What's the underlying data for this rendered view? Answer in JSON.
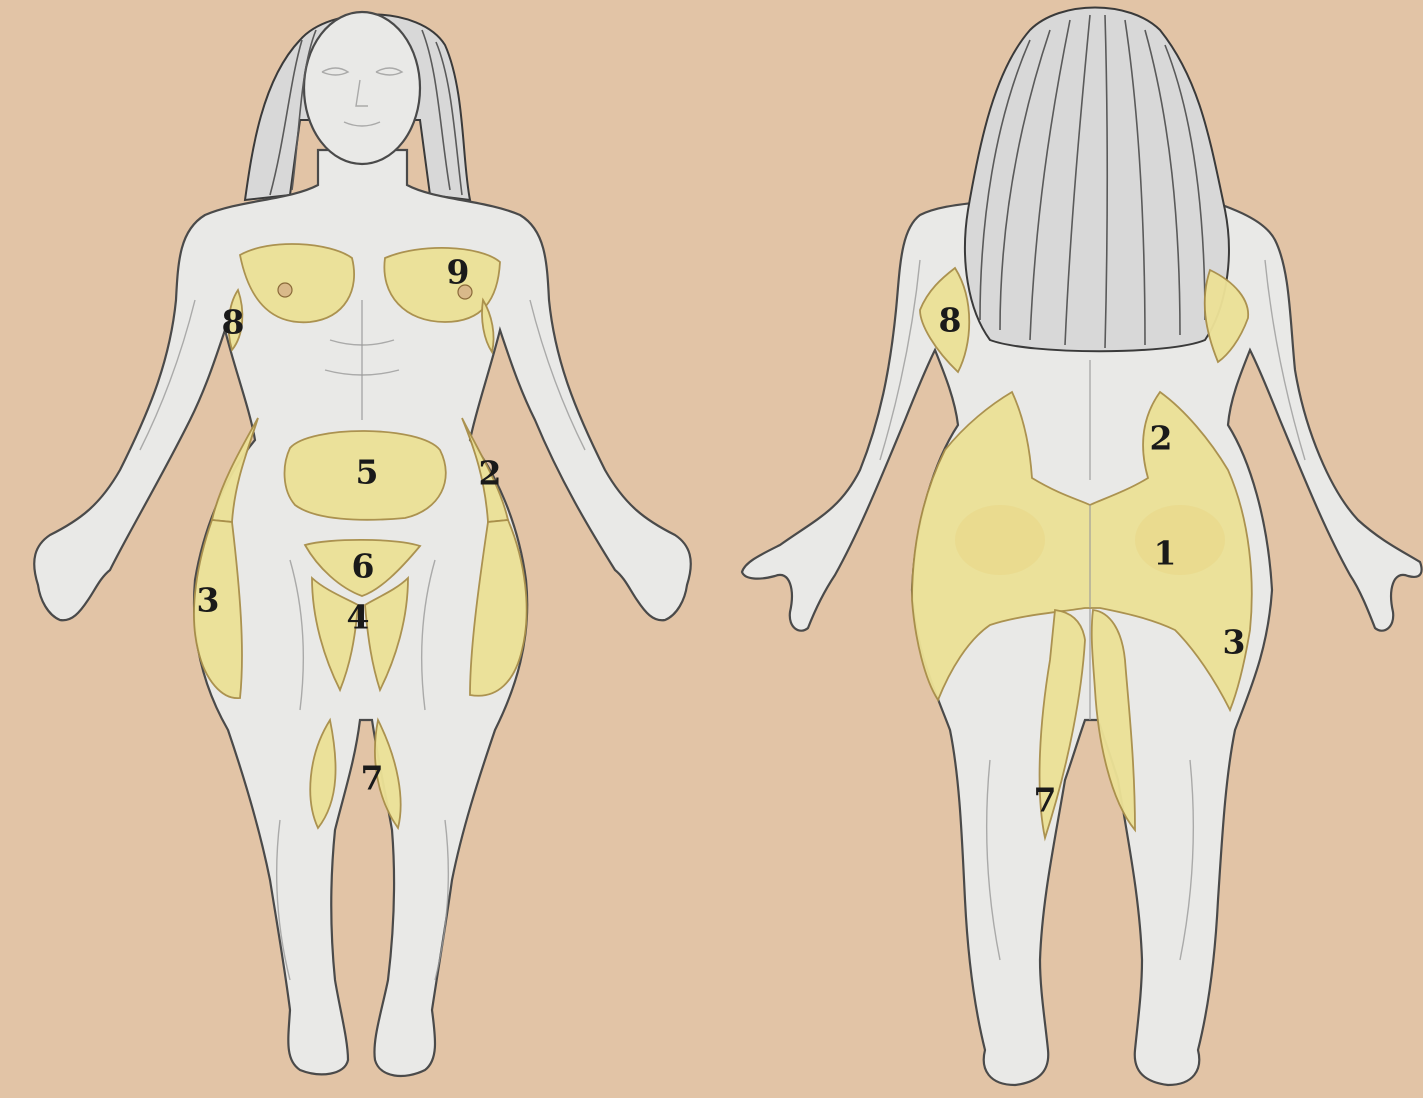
{
  "colors": {
    "background": "#e2c4a6",
    "skin": "#e9e9e7",
    "fat_zone": "#ece197",
    "outline": "#4a4a4a"
  },
  "front_view": {
    "labels": {
      "zone_9": "9",
      "zone_8": "8",
      "zone_5": "5",
      "zone_2": "2",
      "zone_6": "6",
      "zone_3": "3",
      "zone_4": "4",
      "zone_7": "7"
    }
  },
  "back_view": {
    "labels": {
      "zone_8": "8",
      "zone_2": "2",
      "zone_1": "1",
      "zone_3": "3",
      "zone_7": "7"
    }
  }
}
